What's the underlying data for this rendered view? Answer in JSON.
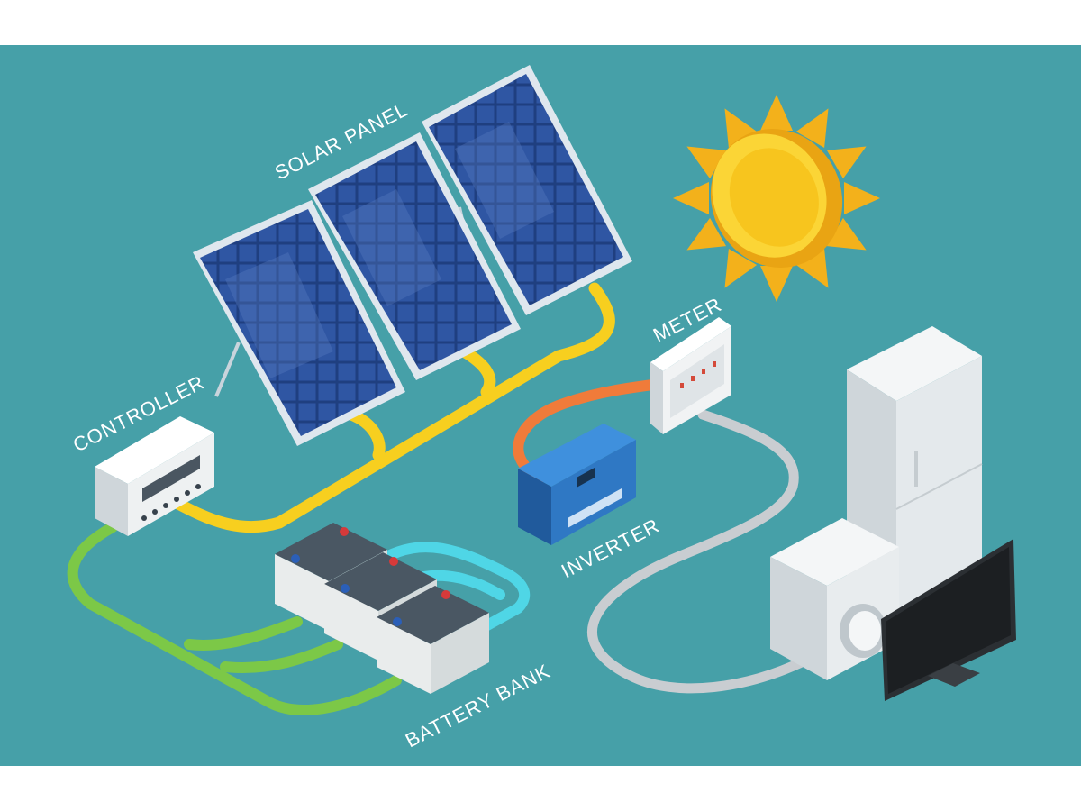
{
  "diagram": {
    "labels": {
      "solar_panel": "SOLAR PANEL",
      "controller": "CONTROLLER",
      "meter": "METER",
      "inverter": "INVERTER",
      "battery_bank": "BATTERY BANK"
    },
    "colors": {
      "background": "#46a0a8",
      "panel_cell": "#2b4f96",
      "panel_frame": "#dfe7ee",
      "wire_solar": "#f7cf1f",
      "wire_battery": "#7cc847",
      "wire_inverter": "#4fd6e6",
      "wire_meter": "#f07b3a",
      "wire_load": "#c9cdd1",
      "sun": "#f7c51e",
      "inverter_body": "#2f78c4"
    }
  }
}
